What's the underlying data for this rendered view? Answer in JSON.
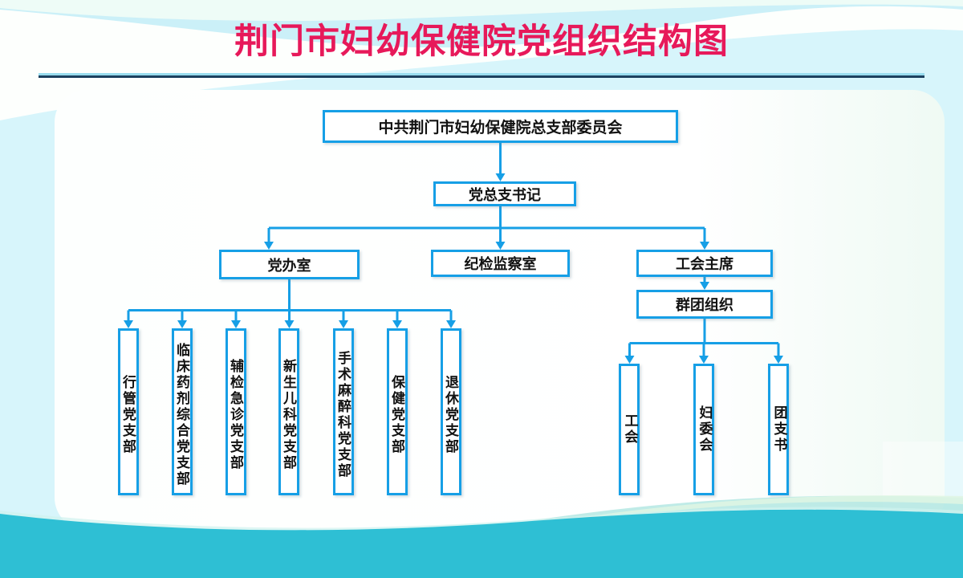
{
  "poster": {
    "title": "荆门市妇幼保健院党组织结构图"
  },
  "colors": {
    "title_red": "#e7195a",
    "node_border_blue": "#169fe6",
    "connector_blue": "#169fe6",
    "node_text": "#121212",
    "background_cyan": "#d7f5fb",
    "bottom_wave_teal": "#2ebfd4",
    "divider_dark_navy": "#1c415f",
    "divider_light_blue": "#98dcee"
  },
  "org_chart": {
    "root": {
      "label": "中共荆门市妇幼保健院总支部委员会"
    },
    "secretary": {
      "label": "党总支书记"
    },
    "departments": [
      {
        "label": "党办室"
      },
      {
        "label": "纪检监察室"
      },
      {
        "label": "工会主席"
      }
    ],
    "party_branches": [
      {
        "label": "行管党支部"
      },
      {
        "label": "临床药剂综合党支部"
      },
      {
        "label": "辅检急诊党支部"
      },
      {
        "label": "新生儿科党支部"
      },
      {
        "label": "手术麻醉科党支部"
      },
      {
        "label": "保健党支部"
      },
      {
        "label": "退休党支部"
      }
    ],
    "mass_org": {
      "label": "群团组织"
    },
    "mass_groups": [
      {
        "label": "工会"
      },
      {
        "label": "妇委会"
      },
      {
        "label": "团支书"
      }
    ]
  }
}
